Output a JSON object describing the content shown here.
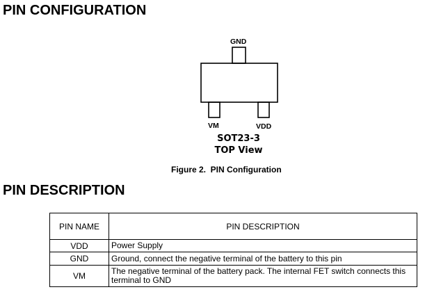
{
  "headings": {
    "pin_configuration": "PIN CONFIGURATION",
    "pin_description": "PIN DESCRIPTION"
  },
  "diagram": {
    "top_pin": "GND",
    "left_pin": "VM",
    "right_pin": "VDD",
    "package_line1": "SOT23-3",
    "package_line2": "TOP View"
  },
  "figure_caption": "Figure 2.  PIN Configuration",
  "table": {
    "headers": [
      "PIN NAME",
      "PIN DESCRIPTION"
    ],
    "rows": [
      {
        "name": "VDD",
        "description": "Power Supply"
      },
      {
        "name": "GND",
        "description": "Ground, connect the negative terminal of the battery to this pin"
      },
      {
        "name": "VM",
        "description": "The negative terminal of the battery pack. The internal FET switch connects this terminal to GND"
      }
    ]
  }
}
